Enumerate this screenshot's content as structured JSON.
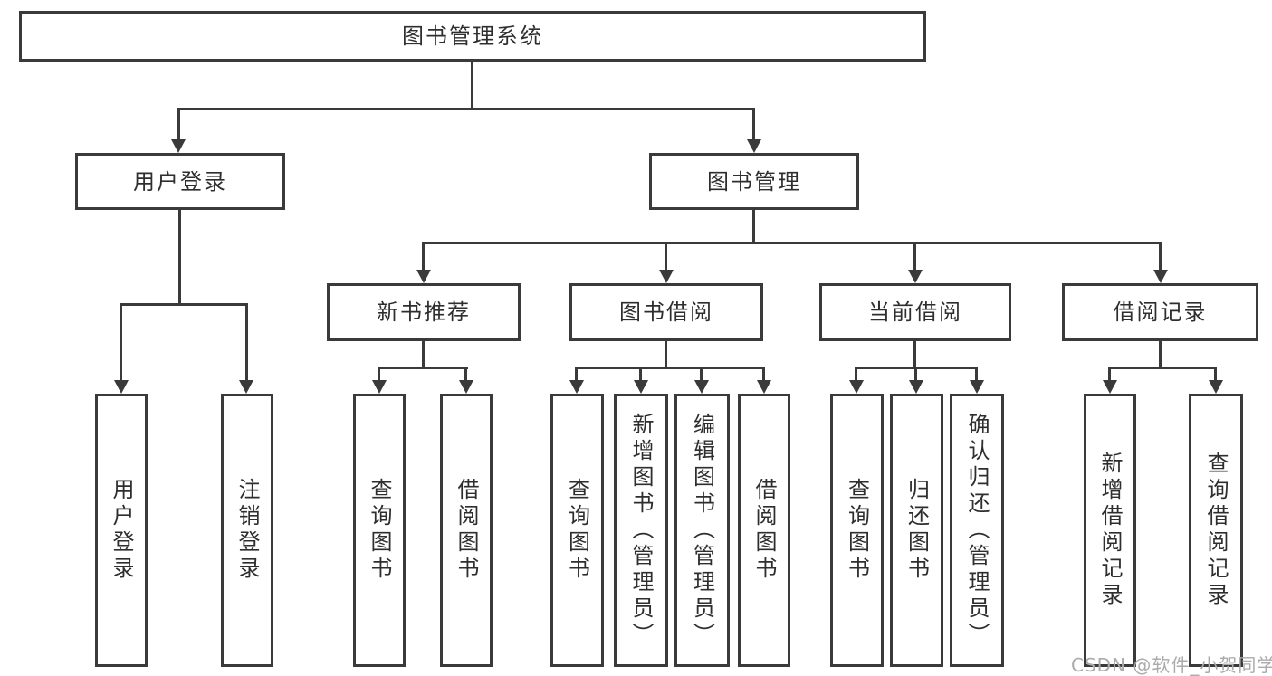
{
  "title": "图书管理系统",
  "branches": {
    "user_login": {
      "label": "用户登录",
      "children": [
        "用户登录",
        "注销登录"
      ]
    },
    "book_mgmt": {
      "label": "图书管理",
      "sections": [
        {
          "label": "新书推荐",
          "children": [
            "查询图书",
            "借阅图书"
          ]
        },
        {
          "label": "图书借阅",
          "children": [
            "查询图书",
            "新增图书（管理员）",
            "编辑图书（管理员）",
            "借阅图书"
          ]
        },
        {
          "label": "当前借阅",
          "children": [
            "查询图书",
            "归还图书",
            "确认归还（管理员）"
          ]
        },
        {
          "label": "借阅记录",
          "children": [
            "新增借阅记录",
            "查询借阅记录"
          ]
        }
      ]
    }
  },
  "watermark": {
    "text": "CSDN @软件_小贺同学"
  },
  "colors": {
    "line": "#3a3a3a",
    "text": "#2e2e2e",
    "background": "#ffffff",
    "watermark": "#ababab"
  }
}
